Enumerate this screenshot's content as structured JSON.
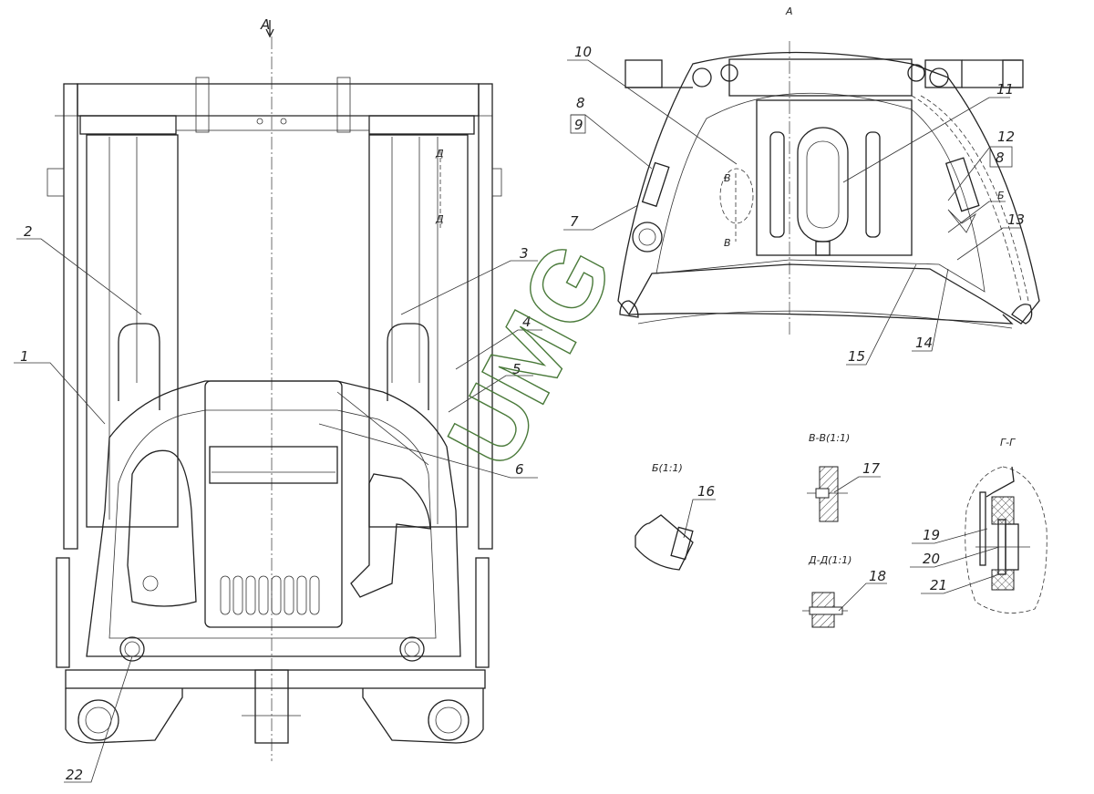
{
  "drawing": {
    "main_view": {
      "view_arrow": "А",
      "section_marks": [
        "Д",
        "Д"
      ],
      "callouts": [
        "1",
        "2",
        "3",
        "4",
        "5",
        "6",
        "22"
      ]
    },
    "view_a": {
      "title": "А",
      "section_marks": [
        "В",
        "В"
      ],
      "callouts": [
        "7",
        "8",
        "9",
        "10",
        "11",
        "12",
        "8",
        "Б",
        "13",
        "14",
        "15"
      ]
    },
    "detail_b": {
      "title": "Б(1:1)",
      "callout": "16"
    },
    "section_vv": {
      "title": "В-В(1:1)",
      "callout": "17"
    },
    "section_dd": {
      "title": "Д-Д(1:1)",
      "callout": "18"
    },
    "section_gg": {
      "title": "Г-Г",
      "callouts": [
        "19",
        "20",
        "21"
      ]
    },
    "watermark": "UMG"
  }
}
